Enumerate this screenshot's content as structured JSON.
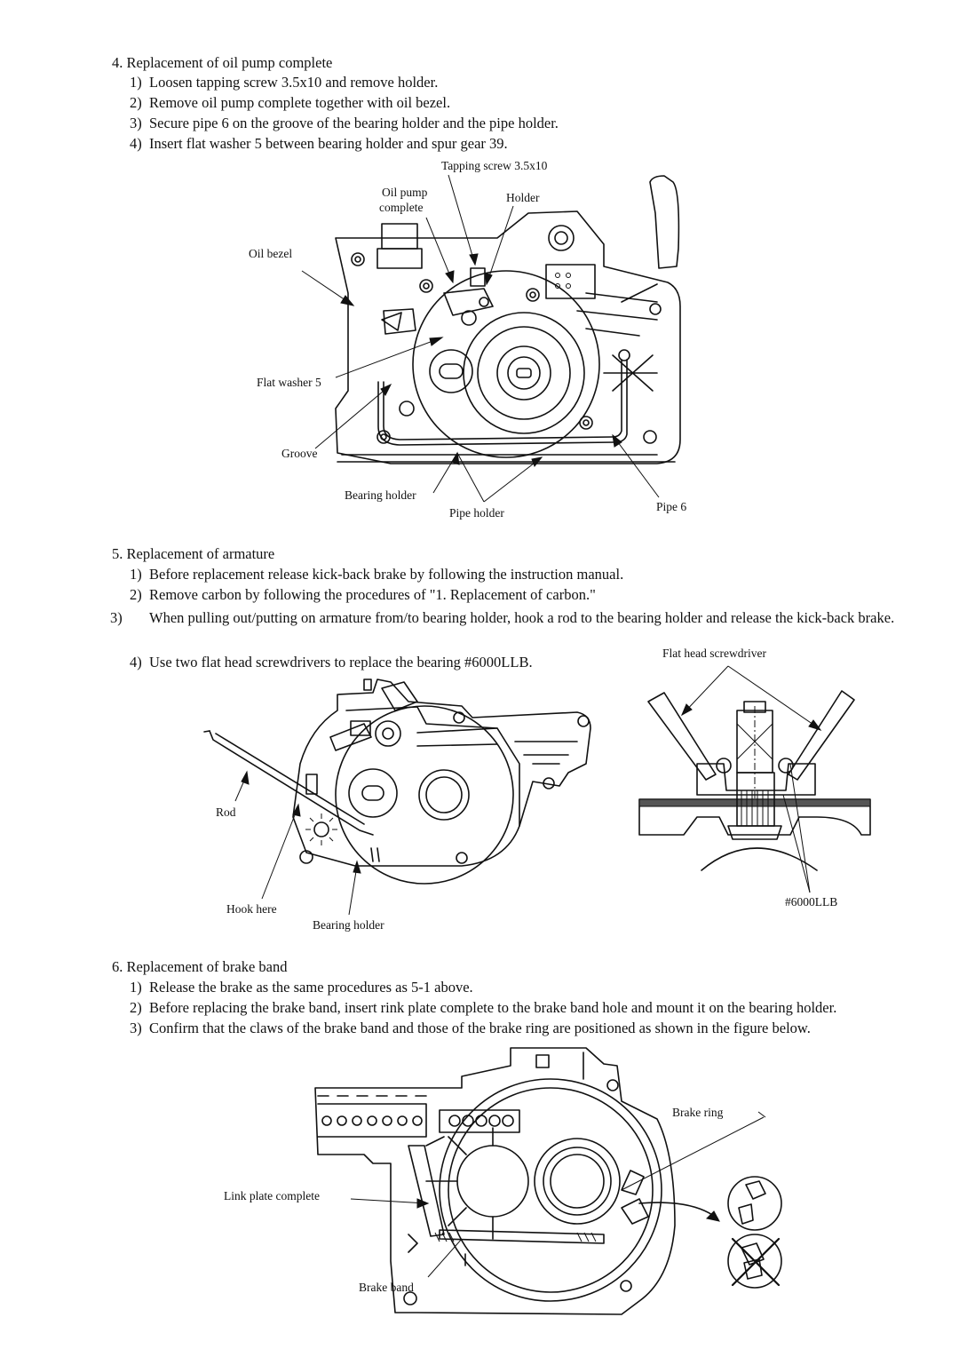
{
  "section4": {
    "title": "4. Replacement of oil pump complete",
    "steps": [
      {
        "num": "1)",
        "text": "Loosen tapping screw 3.5x10 and remove holder."
      },
      {
        "num": "2)",
        "text": "Remove oil pump complete together with oil bezel."
      },
      {
        "num": "3)",
        "text": "Secure pipe 6 on the groove of the bearing holder and the pipe holder."
      },
      {
        "num": "4)",
        "text": "Insert flat washer 5 between bearing holder and spur gear 39."
      }
    ],
    "figure_labels": {
      "tapping_screw": "Tapping screw 3.5x10",
      "oil_pump_line1": "Oil pump",
      "oil_pump_line2": "complete",
      "holder": "Holder",
      "oil_bezel": "Oil bezel",
      "flat_washer": "Flat washer 5",
      "groove": "Groove",
      "bearing_holder": "Bearing holder",
      "pipe_holder": "Pipe holder",
      "pipe": "Pipe 6"
    }
  },
  "section5": {
    "title": "5. Replacement of armature",
    "steps": [
      {
        "num": "1)",
        "text": "Before replacement release kick-back brake by following the instruction manual."
      },
      {
        "num": "2)",
        "text": "Remove carbon by following the procedures of \"1. Replacement of carbon.\""
      },
      {
        "num": "3)",
        "text": "When pulling out/putting on armature from/to bearing holder, hook a rod to the bearing holder and release the kick-back brake."
      },
      {
        "num": "4)",
        "text": "Use two flat head screwdrivers to replace the bearing #6000LLB."
      }
    ],
    "figure_labels": {
      "flat_head_screwdriver": "Flat head screwdriver",
      "rod": "Rod",
      "hook_here": "Hook here",
      "bearing_holder": "Bearing holder",
      "bearing": "#6000LLB"
    }
  },
  "section6": {
    "title": "6. Replacement of brake band",
    "steps": [
      {
        "num": "1)",
        "text": "Release the brake as the same procedures as 5-1 above."
      },
      {
        "num": "2)",
        "text": "Before replacing the brake band, insert rink plate complete to the brake band hole and mount it on the bearing holder."
      },
      {
        "num": "3)",
        "text": "Confirm that the claws of the brake band and those of the brake ring are positioned as shown in the figure below."
      }
    ],
    "figure_labels": {
      "brake_ring": "Brake ring",
      "link_plate": "Link plate complete",
      "brake_band": "Brake band"
    }
  }
}
